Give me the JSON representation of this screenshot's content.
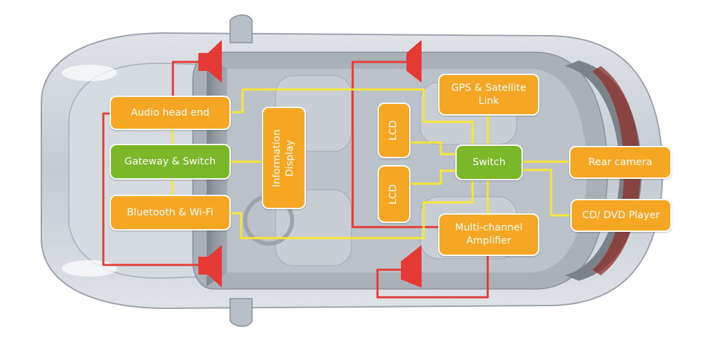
{
  "diagram": {
    "nodes": [
      {
        "id": "audio_head_end",
        "label": "Audio head end",
        "kind": "component"
      },
      {
        "id": "gateway_switch",
        "label": "Gateway & Switch",
        "kind": "switch"
      },
      {
        "id": "bluetooth_wifi",
        "label": "Bluetooth & Wi-Fi",
        "kind": "component"
      },
      {
        "id": "information_display",
        "label": "Information\nDisplay",
        "kind": "component"
      },
      {
        "id": "lcd_upper",
        "label": "LCD",
        "kind": "component"
      },
      {
        "id": "lcd_lower",
        "label": "LCD",
        "kind": "component"
      },
      {
        "id": "switch",
        "label": "Switch",
        "kind": "switch"
      },
      {
        "id": "gps_satellite",
        "label": "GPS & Satellite\nLink",
        "kind": "component"
      },
      {
        "id": "multichannel_amp",
        "label": "Multi-channel\nAmplifier",
        "kind": "component"
      },
      {
        "id": "rear_camera",
        "label": "Rear camera",
        "kind": "component"
      },
      {
        "id": "cd_dvd_player",
        "label": "CD/ DVD Player",
        "kind": "component"
      }
    ],
    "colors": {
      "component": "#f5a623",
      "switch": "#7ab829",
      "data_link": "#f7e533",
      "audio_link": "#e53935",
      "speaker": "#e53935",
      "car_body": "#c9ced6",
      "car_interior": "#8a9099"
    }
  }
}
